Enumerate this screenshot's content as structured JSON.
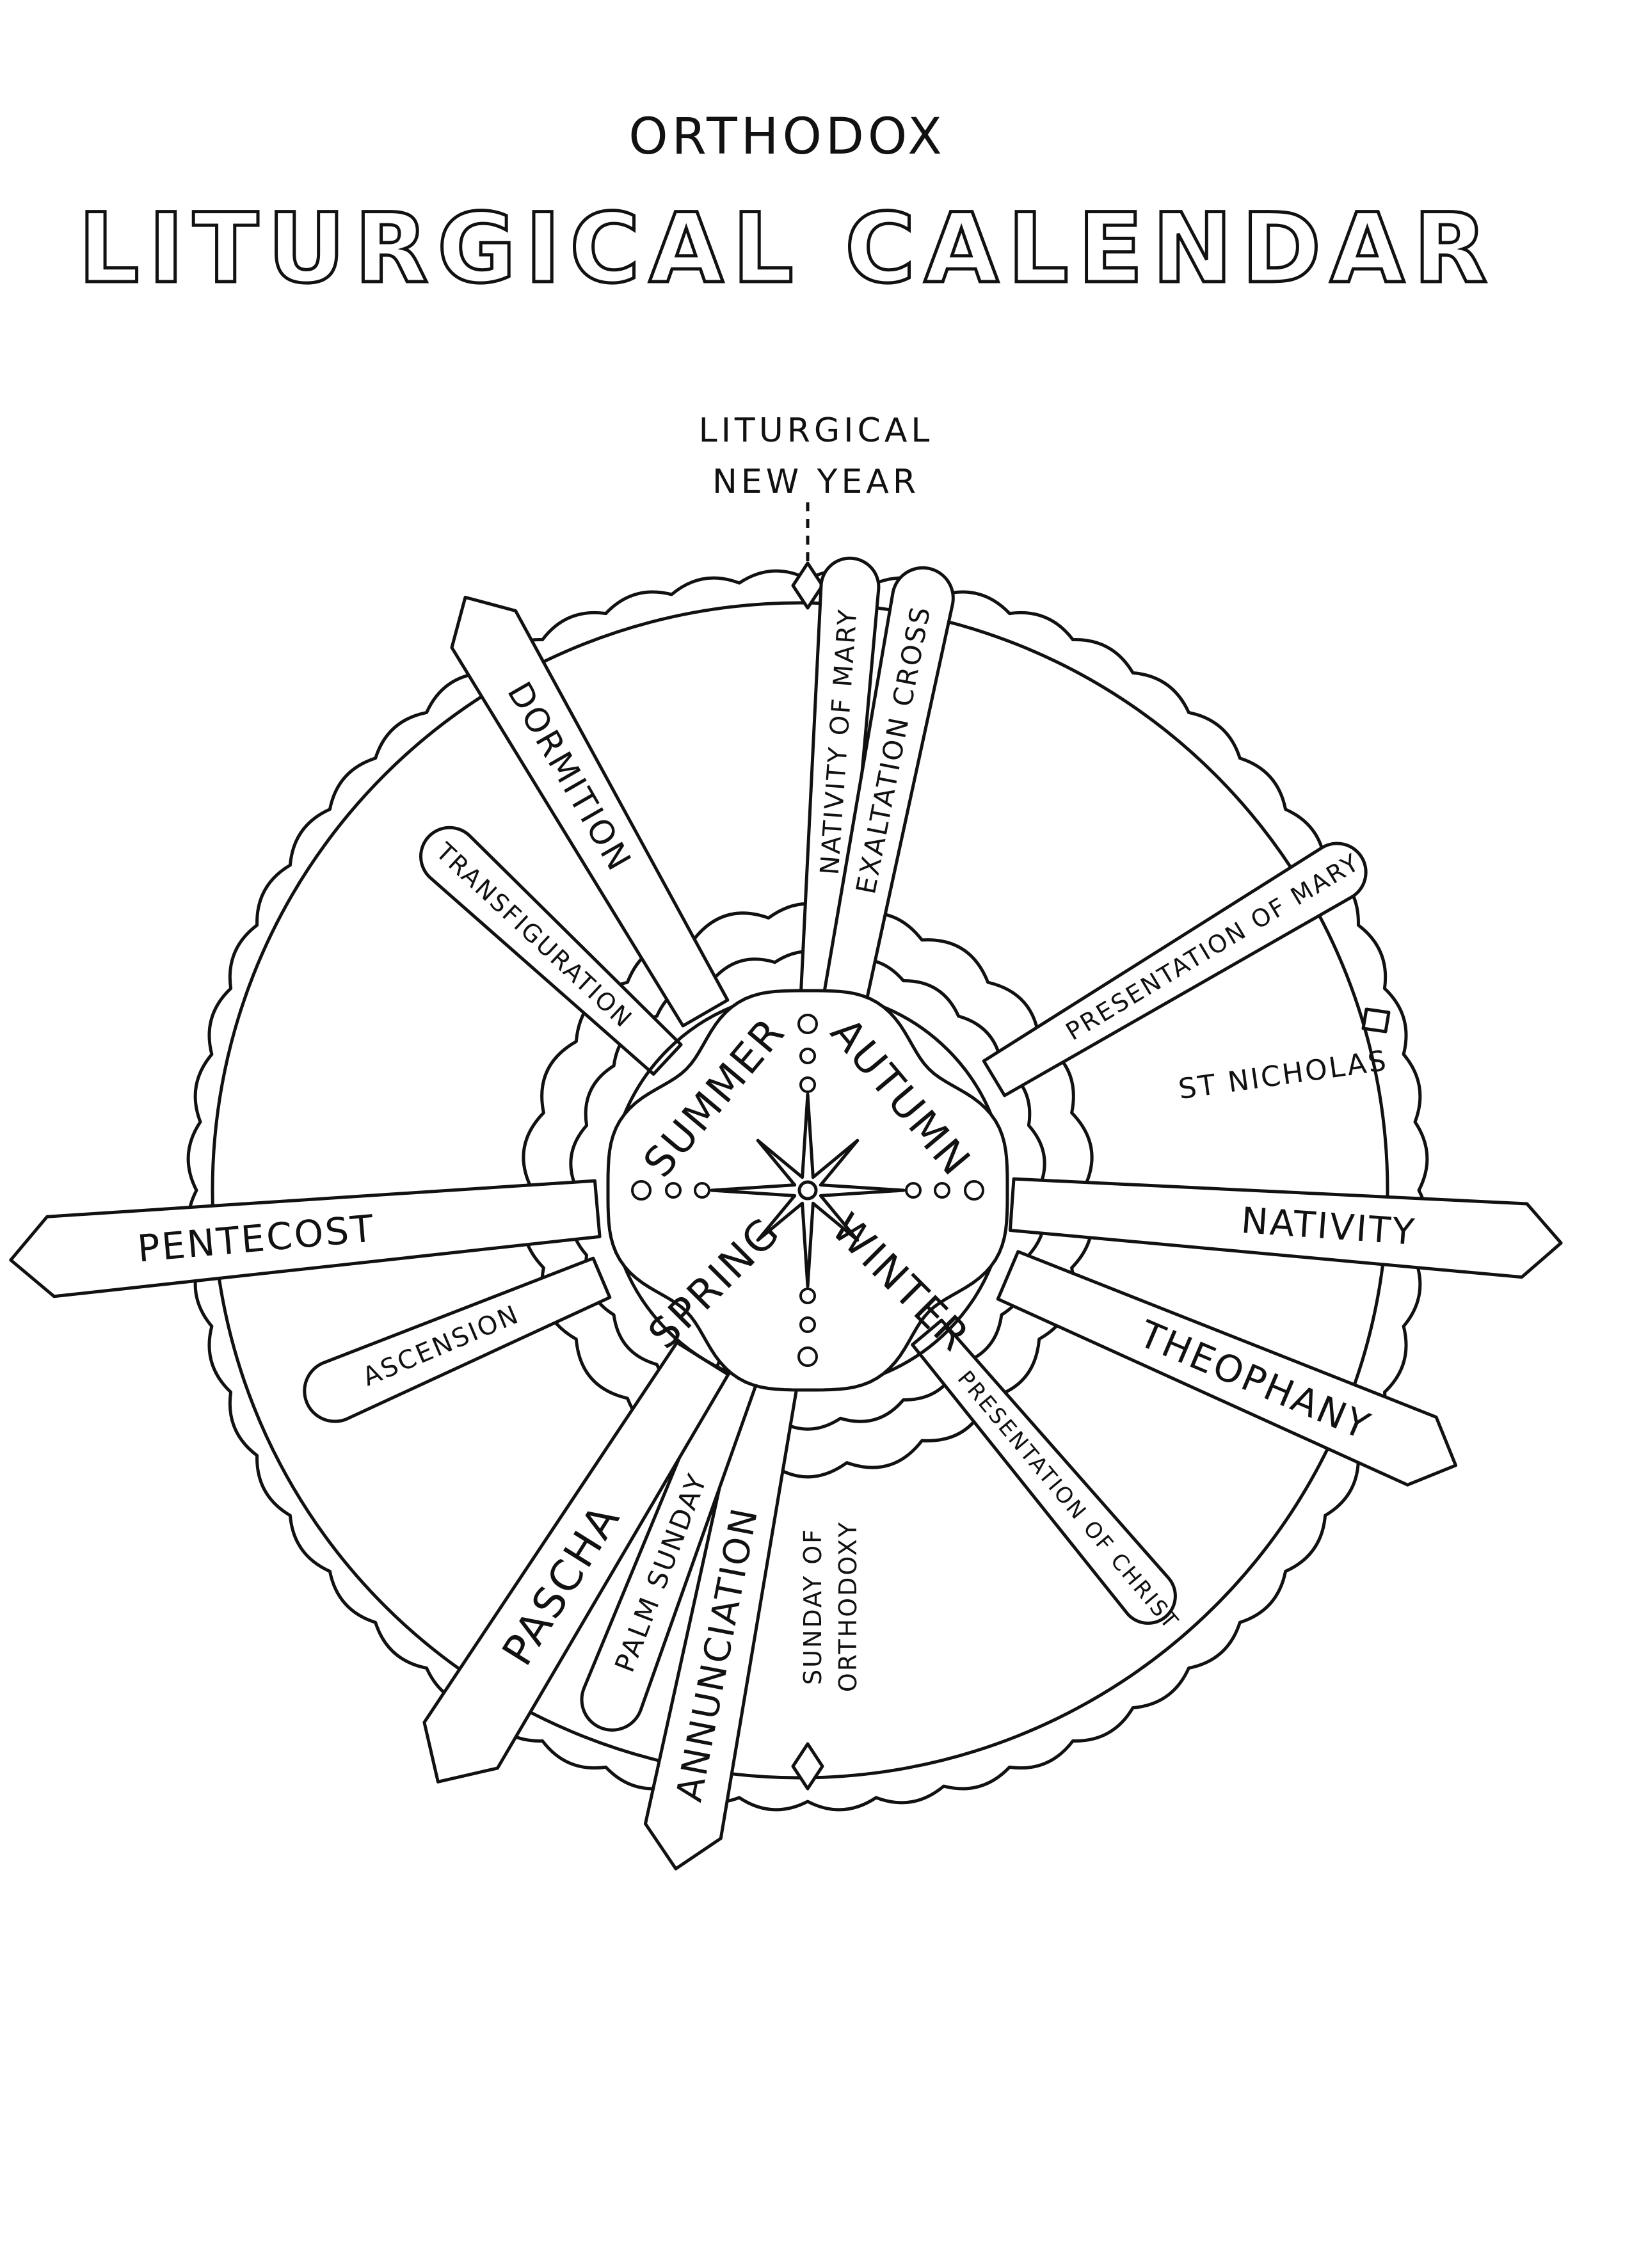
{
  "header": {
    "subtitle": "ORTHODOX",
    "title": "LITURGICAL CALENDAR"
  },
  "new_year_marker": {
    "line1": "LITURGICAL",
    "line2": "NEW YEAR"
  },
  "seasons": [
    "SUMMER",
    "AUTUMN",
    "WINTER",
    "SPRING"
  ],
  "feasts": [
    {
      "key": "nativity-of-mary",
      "label": "NATIVITY OF MARY"
    },
    {
      "key": "exaltation-cross",
      "label": "EXALTATION CROSS"
    },
    {
      "key": "presentation-of-mary",
      "label": "PRESENTATION OF MARY"
    },
    {
      "key": "st-nicholas",
      "label": "ST NICHOLAS"
    },
    {
      "key": "nativity",
      "label": "NATIVITY"
    },
    {
      "key": "theophany",
      "label": "THEOPHANY"
    },
    {
      "key": "presentation-of-christ",
      "label": "PRESENTATION OF CHRIST"
    },
    {
      "key": "sunday-of-orthodoxy",
      "label": "SUNDAY OF ORTHODOXY"
    },
    {
      "key": "annunciation",
      "label": "ANNUNCIATION"
    },
    {
      "key": "palm-sunday",
      "label": "PALM SUNDAY"
    },
    {
      "key": "pascha",
      "label": "PASCHA"
    },
    {
      "key": "ascension",
      "label": "ASCENSION"
    },
    {
      "key": "pentecost",
      "label": "PENTECOST"
    },
    {
      "key": "transfiguration",
      "label": "TRANSFIGURATION"
    },
    {
      "key": "dormition",
      "label": "DORMITION"
    }
  ],
  "colors": {
    "ink": "#111111",
    "paper": "#ffffff"
  }
}
